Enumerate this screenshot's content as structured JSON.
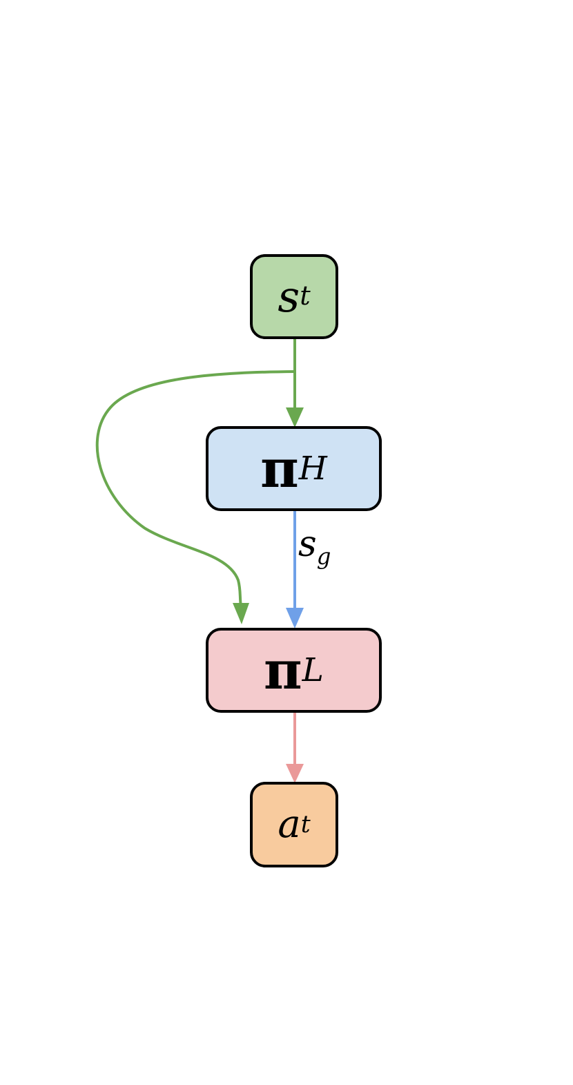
{
  "nodes": {
    "state": {
      "base": "s",
      "sub": "t",
      "fill": "#b7d8a9"
    },
    "high_policy": {
      "base": "π",
      "sub": "H",
      "fill": "#cfe2f4"
    },
    "low_policy": {
      "base": "π",
      "sub": "L",
      "fill": "#f4cbcd"
    },
    "action": {
      "base": "a",
      "sub": "t",
      "fill": "#f8cb9e"
    }
  },
  "edges": {
    "goal_label": {
      "base": "s",
      "sub": "g"
    },
    "colors": {
      "state": "#6aa84f",
      "goal": "#6fa0e8",
      "action": "#ea9999"
    }
  }
}
